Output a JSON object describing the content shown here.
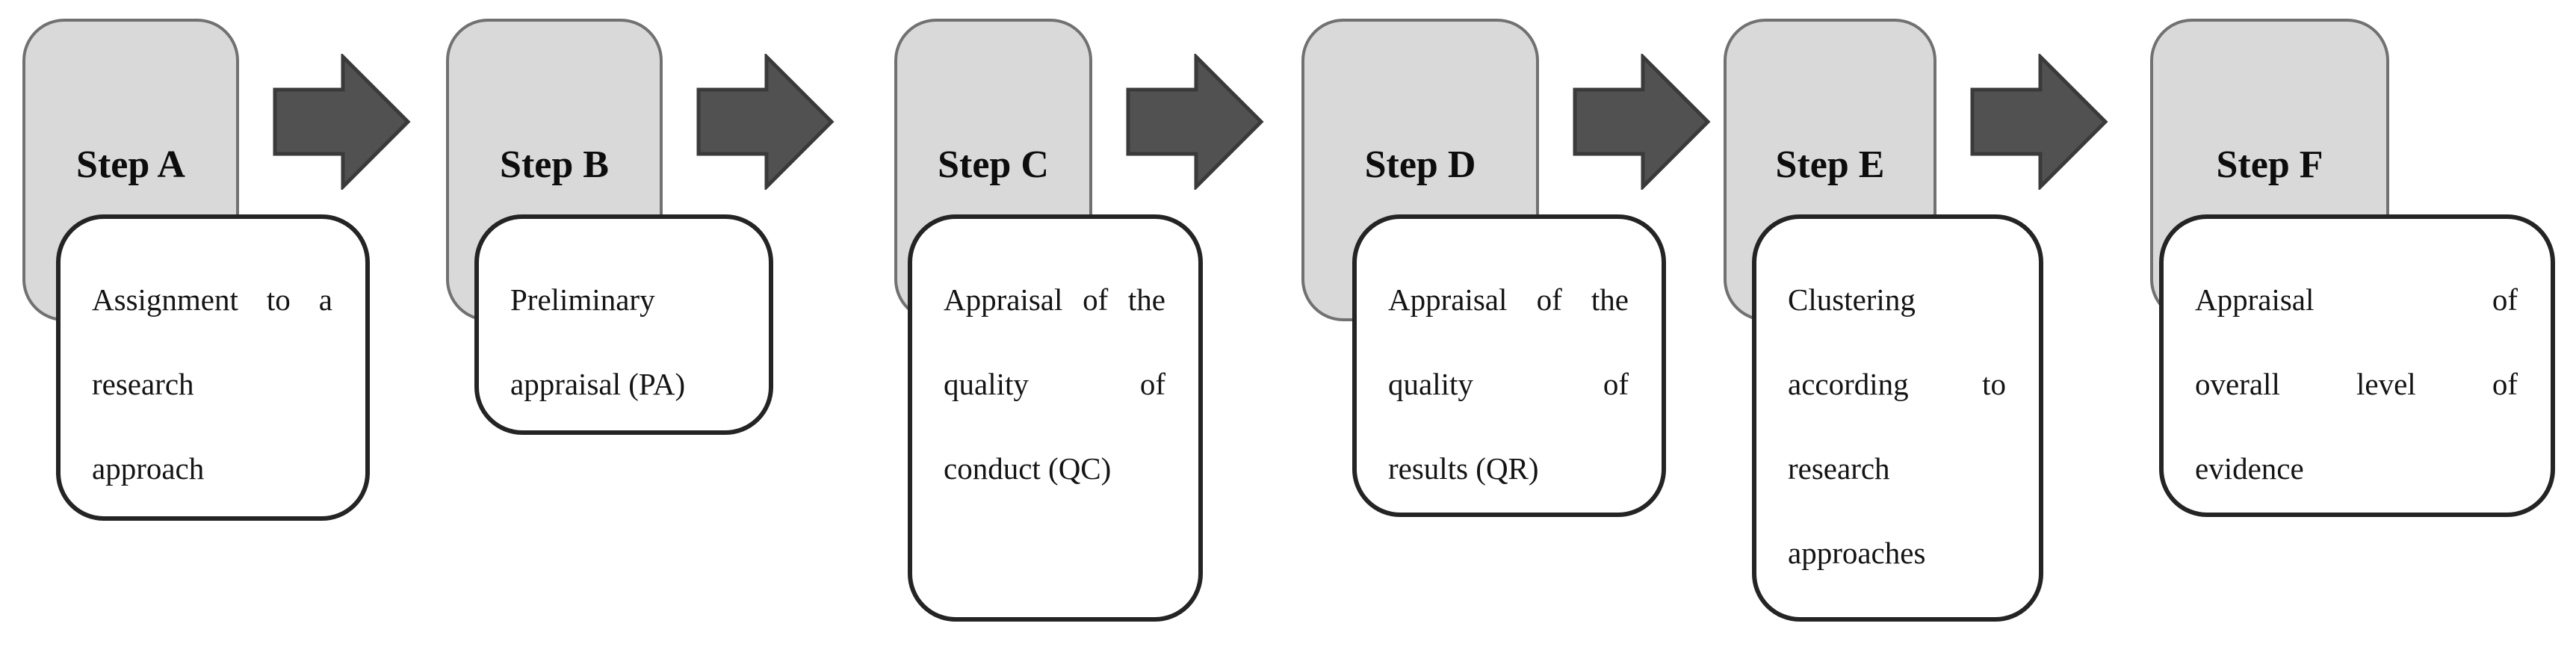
{
  "diagram": {
    "type": "process-flow",
    "orientation": "left-to-right",
    "colors": {
      "background": "#ffffff",
      "step_tab_fill": "#d9d9d9",
      "step_tab_border": "#717171",
      "description_box_fill": "#ffffff",
      "description_box_border": "#242424",
      "arrow_fill": "#515151",
      "arrow_outline": "#3a3a3a",
      "text": "#141414"
    },
    "steps": [
      {
        "id": "a",
        "label": "Step A",
        "description": "Assignment to a research approach",
        "lines": [
          "Assignment to a",
          "research",
          "approach"
        ]
      },
      {
        "id": "b",
        "label": "Step B",
        "description": "Preliminary appraisal (PA)",
        "lines": [
          "Preliminary",
          "appraisal (PA)"
        ]
      },
      {
        "id": "c",
        "label": "Step C",
        "description": "Appraisal of the quality of conduct (QC)",
        "lines": [
          "Appraisal of the",
          "quality of",
          "conduct (QC)"
        ]
      },
      {
        "id": "d",
        "label": "Step D",
        "description": "Appraisal of the quality of results (QR)",
        "lines": [
          "Appraisal of the",
          "quality of",
          "results (QR)"
        ]
      },
      {
        "id": "e",
        "label": "Step E",
        "description": "Clustering according to research approaches",
        "lines": [
          "Clustering",
          "according to",
          "research",
          "approaches"
        ]
      },
      {
        "id": "f",
        "label": "Step F",
        "description": "Appraisal of overall level of evidence",
        "lines": [
          "Appraisal of",
          "overall level of",
          "evidence"
        ]
      }
    ],
    "arrows": [
      {
        "from": "Step A",
        "to": "Step B"
      },
      {
        "from": "Step B",
        "to": "Step C"
      },
      {
        "from": "Step C",
        "to": "Step D"
      },
      {
        "from": "Step D",
        "to": "Step E"
      },
      {
        "from": "Step E",
        "to": "Step F"
      }
    ]
  }
}
